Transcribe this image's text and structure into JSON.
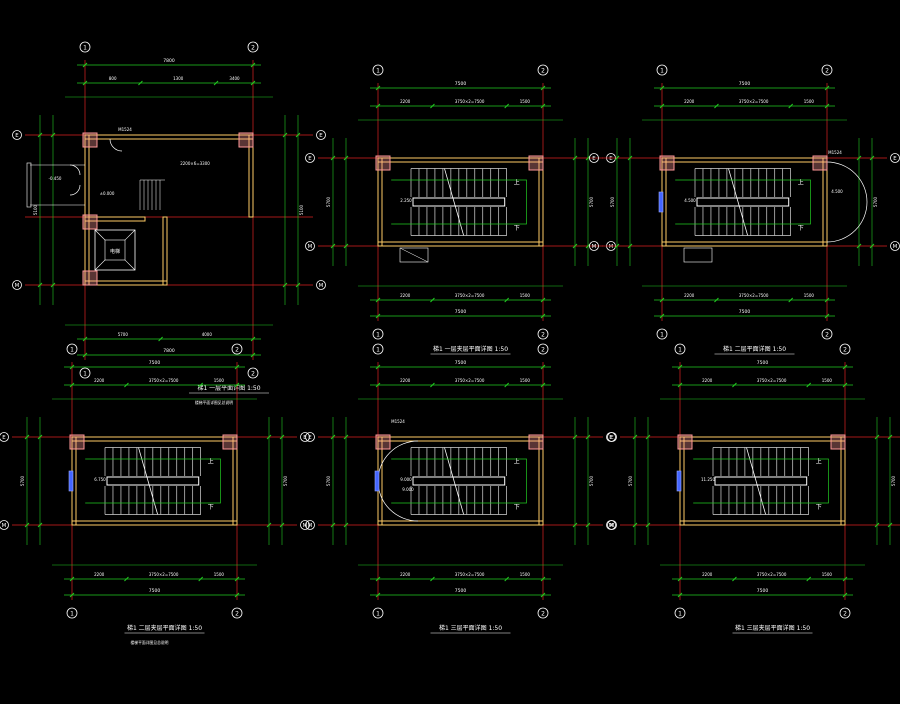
{
  "colors": {
    "background": "#000000",
    "grid_axis": "#dd2222",
    "dimension": "#22cc22",
    "wall": "#ffcc66",
    "column": "#ff9999",
    "stairs": "#ffffff",
    "bubble": "#ffffff",
    "door": "#ffffff",
    "window": "#4466ff",
    "text": "#ffffff",
    "accent": "#99aaff"
  },
  "grid_labels": {
    "col_left": "1",
    "col_right": "2",
    "row_top": "E",
    "row_bottom": "M"
  },
  "plans": [
    {
      "title": "梯1 一层平面详图 1:50",
      "note": "楼梯平面详图见总说明",
      "variant": "ground",
      "top_total": "7800",
      "top_segments": [
        "800",
        "1300",
        "3400"
      ],
      "bottom_total": "7800",
      "bottom_segments": [
        "5700",
        "4000"
      ],
      "mid_dim": "2200×6=3300",
      "elev_labels": [
        "±0.000",
        "-0.450",
        "M1524"
      ],
      "elevator_label": "电梯",
      "side_left": "5100",
      "side_right": "5100"
    },
    {
      "title": "梯1 一层夹层平面详图 1:50",
      "note": "",
      "variant": "stair",
      "top_total": "7500",
      "top_segments": [
        "2200",
        "3750×2=7500",
        "1500"
      ],
      "bottom_total": "7500",
      "bottom_segments": [
        "2200",
        "3750×2=7500",
        "1500"
      ],
      "elev_labels": [
        "2.250"
      ],
      "side_left": "5700",
      "side_right": "5700"
    },
    {
      "title": "梯1 二层平面详图 1:50",
      "note": "",
      "variant": "stair-door-right",
      "top_total": "7500",
      "top_segments": [
        "2200",
        "3750×2=7500",
        "1500"
      ],
      "bottom_total": "7500",
      "bottom_segments": [
        "2200",
        "3750×2=7500",
        "1500"
      ],
      "elev_labels": [
        "4.500",
        "4.500",
        "M1524"
      ],
      "side_left": "5700",
      "side_right": "5700"
    },
    {
      "title": "梯1 二层夹层平面详图 1:50",
      "note": "楼梯平面详图见总说明",
      "variant": "stair-window",
      "top_total": "7500",
      "top_segments": [
        "2200",
        "3750×2=7500",
        "1500"
      ],
      "bottom_total": "7500",
      "bottom_segments": [
        "2200",
        "3750×2=7500",
        "1500"
      ],
      "elev_labels": [
        "6.750"
      ],
      "side_left": "5700",
      "side_right": "5700"
    },
    {
      "title": "梯1 三层平面详图 1:50",
      "note": "",
      "variant": "stair-door-left",
      "top_total": "7500",
      "top_segments": [
        "2200",
        "3750×2=7500",
        "1500"
      ],
      "bottom_total": "7500",
      "bottom_segments": [
        "2200",
        "3750×2=7500",
        "1500"
      ],
      "elev_labels": [
        "9.000",
        "9.000",
        "M1524"
      ],
      "side_left": "5700",
      "side_right": "5700"
    },
    {
      "title": "梯1 三层夹层平面详图 1:50",
      "note": "",
      "variant": "stair-window",
      "top_total": "7500",
      "top_segments": [
        "2200",
        "3750×2=7500",
        "1500"
      ],
      "bottom_total": "7500",
      "bottom_segments": [
        "2200",
        "3750×2=7500",
        "1500"
      ],
      "elev_labels": [
        "11.250"
      ],
      "side_left": "5700",
      "side_right": "5700"
    }
  ]
}
